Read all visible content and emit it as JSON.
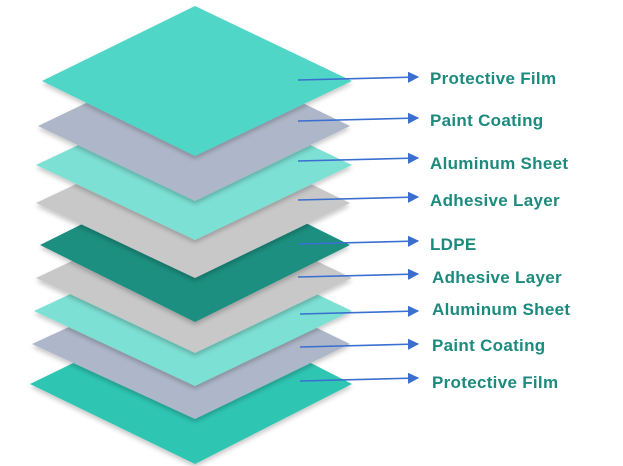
{
  "diagram": {
    "layers": [
      {
        "label": "Protective Film",
        "material": "protective-film",
        "fill": "#4fd6c6"
      },
      {
        "label": "Paint Coating",
        "material": "paint-coating",
        "fill": "#aeb7c9"
      },
      {
        "label": "Aluminum Sheet",
        "material": "aluminum-sheet",
        "fill": "#7de0d4"
      },
      {
        "label": "Adhesive Layer",
        "material": "adhesive-layer",
        "fill": "#c8c8c8"
      },
      {
        "label": "LDPE",
        "material": "ldpe",
        "fill": "#1f8f80"
      },
      {
        "label": "Adhesive Layer",
        "material": "adhesive-layer",
        "fill": "#c8c8c8"
      },
      {
        "label": "Aluminum Sheet",
        "material": "aluminum-sheet",
        "fill": "#7de0d4"
      },
      {
        "label": "Paint Coating",
        "material": "paint-coating",
        "fill": "#aeb7c9"
      },
      {
        "label": "Protective Film",
        "material": "protective-film",
        "fill": "#2fc6b3"
      }
    ],
    "label_color": "#1d8a7e",
    "arrow_color": "#3a6fd0"
  }
}
